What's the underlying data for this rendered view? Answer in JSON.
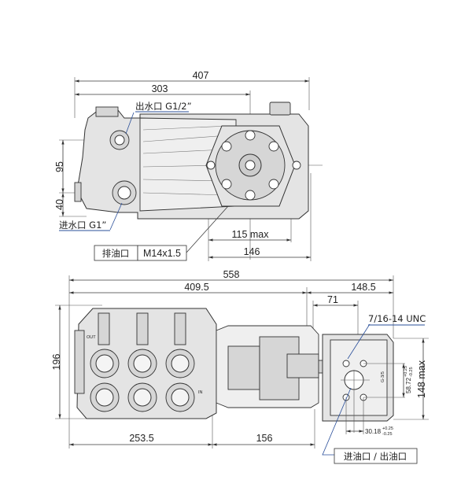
{
  "top_view": {
    "dims": {
      "overall_length": "407",
      "to_flange": "303",
      "height_upper": "95",
      "height_lower": "40",
      "flange_width": "115 max",
      "flange_offset": "146"
    },
    "outlet_label": "出水口 G1/2”",
    "inlet_label": "进水口 G1”",
    "drain_table": {
      "name": "排油口",
      "thread": "M14x1.5"
    }
  },
  "bottom_view": {
    "dims": {
      "overall_length": "558",
      "pump_length": "409.5",
      "gearbox_length": "148.5",
      "shaft_offset": "71",
      "height": "196",
      "head_length": "253.5",
      "middle_length": "156",
      "gearbox_height": "148 max",
      "bolt_spacing_v": "58.72",
      "bolt_spacing_v_tol_upper": "+0.25",
      "bolt_spacing_v_tol_lower": "-0.25",
      "bolt_spacing_h": "30.18",
      "bolt_spacing_h_tol_upper": "+0.25",
      "bolt_spacing_h_tol_lower": "-0.25",
      "port_thread_small": "G-3/5"
    },
    "bolt_thread_label": "7/16-14 UNC",
    "oil_port_label": "进油口 / 出油口",
    "out_mark": "OUT",
    "in_mark": "IN"
  }
}
